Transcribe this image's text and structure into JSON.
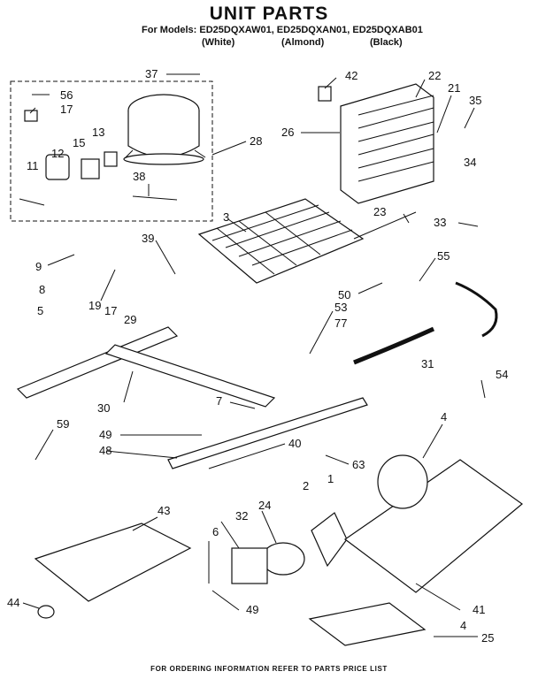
{
  "header": {
    "title": "UNIT PARTS",
    "models_line": "For Models: ED25DQXAW01, ED25DQXAN01, ED25DQXAB01",
    "variants": [
      "(White)",
      "(Almond)",
      "(Black)"
    ]
  },
  "footer": {
    "text": "FOR ORDERING INFORMATION REFER TO PARTS PRICE LIST"
  },
  "callouts": [
    "37",
    "56",
    "17",
    "42",
    "22",
    "21",
    "35",
    "26",
    "13",
    "15",
    "12",
    "11",
    "28",
    "38",
    "34",
    "23",
    "33",
    "3",
    "39",
    "9",
    "8",
    "55",
    "19",
    "17",
    "29",
    "5",
    "50",
    "53",
    "77",
    "31",
    "30",
    "7",
    "54",
    "59",
    "49",
    "48",
    "40",
    "4",
    "63",
    "43",
    "32",
    "24",
    "2",
    "1",
    "6",
    "49",
    "44",
    "41",
    "4",
    "25"
  ]
}
